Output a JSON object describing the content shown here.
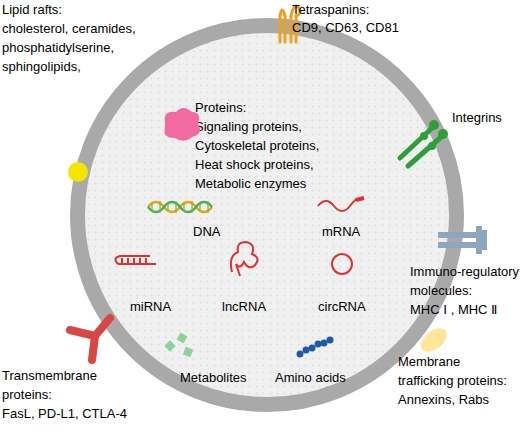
{
  "diagram": {
    "nodes": [
      {
        "text": [
          "Proteins:",
          "Signaling proteins, Cytoskeletal proteins, Heat shock proteins, Metabolic enzymes",
          "DNA",
          "mRNA",
          "miRNA",
          "lncRNA",
          "circRNA",
          "Metabolites",
          "Amino acids"
        ]
      }
    ],
    "labels": [
      "Lipid rafts:",
      "cholesterol, ceramides, phosphatidylserine, sphingolipids,",
      "Tetraspanins:",
      "CD9, CD63, CD81",
      "Integrins",
      "Immuno-regulatory molecules:",
      "MHC Ⅰ , MHC Ⅱ",
      "Membrane trafficking proteins:",
      "Annexins, Rabs",
      "Transmembrane proteins:",
      "FasL, PD-L1, CTLA-4"
    ]
  }
}
